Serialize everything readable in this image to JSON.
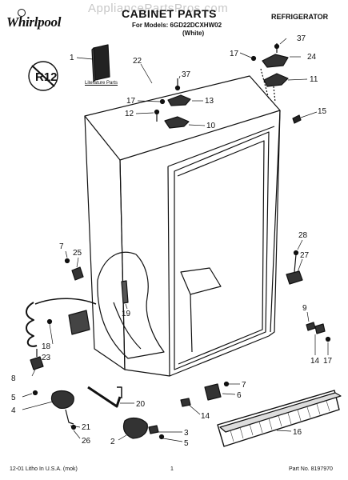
{
  "watermark": "AppliancePartsPros.com",
  "brand": "Whirlpool",
  "title": "CABINET PARTS",
  "models_line": "For Models: 6GD22DCXHW02",
  "color_line": "(White)",
  "category": "REFRIGERATOR",
  "badge_text": "R12",
  "literature_label": "Literature Parts",
  "footer": {
    "left": "12-01 Litho In U.S.A. (mok)",
    "center": "1",
    "right": "Part No. 8197970"
  },
  "part_numbers": [
    "1",
    "22",
    "37",
    "17",
    "24",
    "11",
    "37",
    "17",
    "13",
    "12",
    "10",
    "15",
    "7",
    "25",
    "28",
    "27",
    "19",
    "9",
    "18",
    "23",
    "14",
    "17",
    "8",
    "7",
    "6",
    "5",
    "4",
    "20",
    "14",
    "21",
    "26",
    "2",
    "3",
    "5",
    "16"
  ]
}
